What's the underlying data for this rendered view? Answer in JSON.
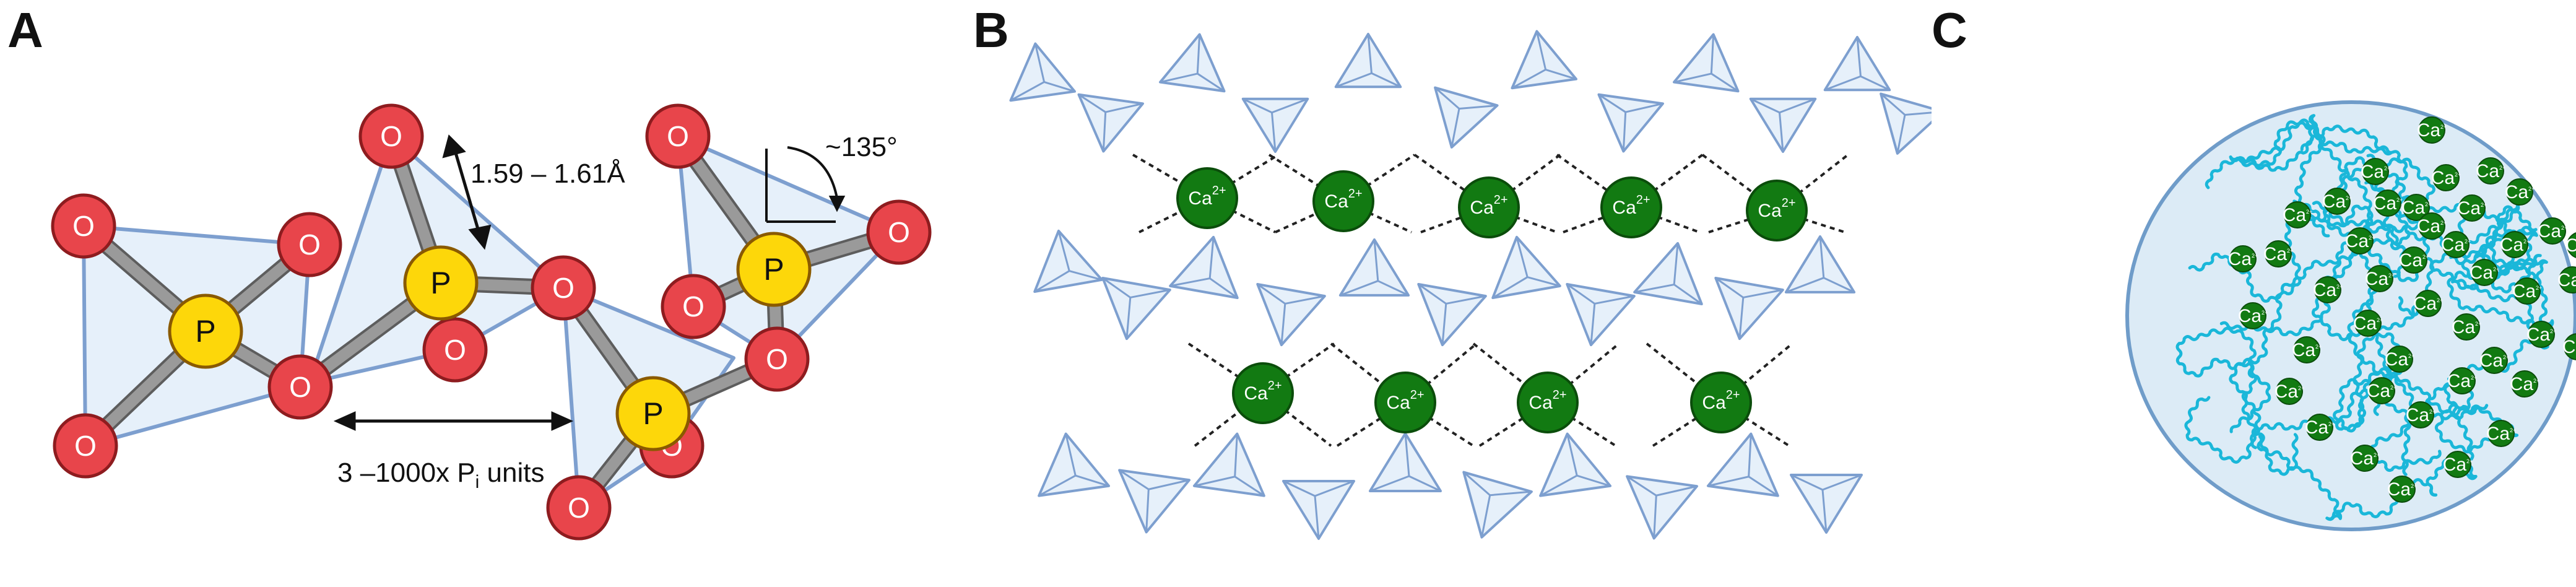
{
  "panels": {
    "a": {
      "letter": "A",
      "oxygen_label": "O",
      "phosphorus_label": "P",
      "bond_length": "1.59 – 1.61Å",
      "angle": "~135°",
      "units_main": "3 –1000x P",
      "units_sub": "i",
      "units_tail": " units"
    },
    "b": {
      "letter": "B",
      "calcium_label": "Ca",
      "calcium_charge": "2+"
    },
    "c": {
      "letter": "C",
      "calcium_label": "Ca",
      "calcium_charge": "2+"
    }
  },
  "colors": {
    "oxygen": "#e8454b",
    "oxygen_stroke": "#8e1c1f",
    "phosphorus": "#fdd70a",
    "phosphorus_stroke": "#8a5a00",
    "bond": "#9a9a9a",
    "polyhedron_fill": "#e6f0fa",
    "polyhedron_stroke": "#7d9fcf",
    "calcium": "#127a12",
    "chain": "#1ab7d9",
    "sphere_fill": "#dcebf6",
    "sphere_stroke": "#6f9cc9"
  }
}
